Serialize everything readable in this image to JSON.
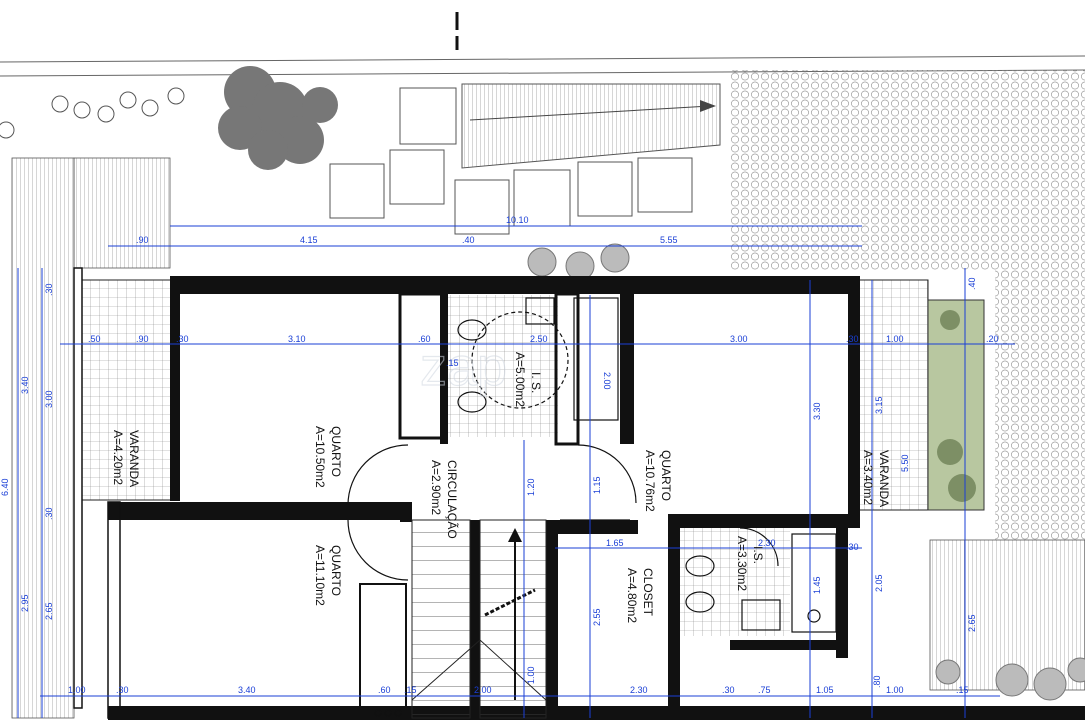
{
  "colors": {
    "wall": "#111111",
    "dimension": "#1a3fd6",
    "hatch": "#9a9a9a",
    "plant": "#b8c7a0"
  },
  "watermark": "zap",
  "rooms": {
    "varanda_left": {
      "name": "VARANDA",
      "area": "A=4.20m2"
    },
    "quarto1": {
      "name": "QUARTO",
      "area": "A=10.50m2"
    },
    "quarto2": {
      "name": "QUARTO",
      "area": "A=11.10m2"
    },
    "circulacao": {
      "name": "CIRCULAÇÃO",
      "area": "A=2.90m2"
    },
    "is1": {
      "name": "I. S.",
      "area": "A=5.00m2"
    },
    "quarto3": {
      "name": "QUARTO",
      "area": "A=10.76m2"
    },
    "closet": {
      "name": "CLOSET",
      "area": "A=4.80m2"
    },
    "is2": {
      "name": "I.S.",
      "area": "A=3.30m2"
    },
    "varanda_right": {
      "name": "VARANDA",
      "area": "A=3.40m2"
    }
  },
  "dims_top": {
    "total": "10.10",
    "d90": ".90",
    "d415": "4.15",
    "d40": ".40",
    "d555": "5.55"
  },
  "dims_row": {
    "d50": ".50",
    "d90": ".90",
    "d30a": ".30",
    "d310": "3.10",
    "d60": ".60",
    "d250": "2.50",
    "d300": "3.00",
    "d30b": ".30",
    "d100": "1.00",
    "d20": ".20"
  },
  "dims_bottom": {
    "d100a": "1.00",
    "d30a": ".30",
    "d340": "3.40",
    "d60": ".60",
    "d15": ".15",
    "d200": "2.00",
    "d230": "2.30",
    "d30b": ".30",
    "d75": ".75",
    "d105": "1.05",
    "d100b": "1.00",
    "d15b": ".15"
  },
  "dims_left": {
    "d640": "6.40",
    "d340": "3.40",
    "d30a": ".30",
    "d300": "3.00",
    "d30b": ".30",
    "d265": "2.65",
    "d295": "2.95"
  },
  "dims_inner": {
    "d120": "1.20",
    "d115": "1.15",
    "d255": "2.55",
    "d165": "1.65",
    "d230": "2.30",
    "d145": "1.45",
    "d330": "3.30",
    "d205": "2.05",
    "d315": "3.15",
    "d550": "5.50",
    "d40": ".40",
    "d265": "2.65",
    "d200": "2.00",
    "d15": ".15",
    "d30": ".30",
    "d80": ".80",
    "d100": "1.00"
  }
}
